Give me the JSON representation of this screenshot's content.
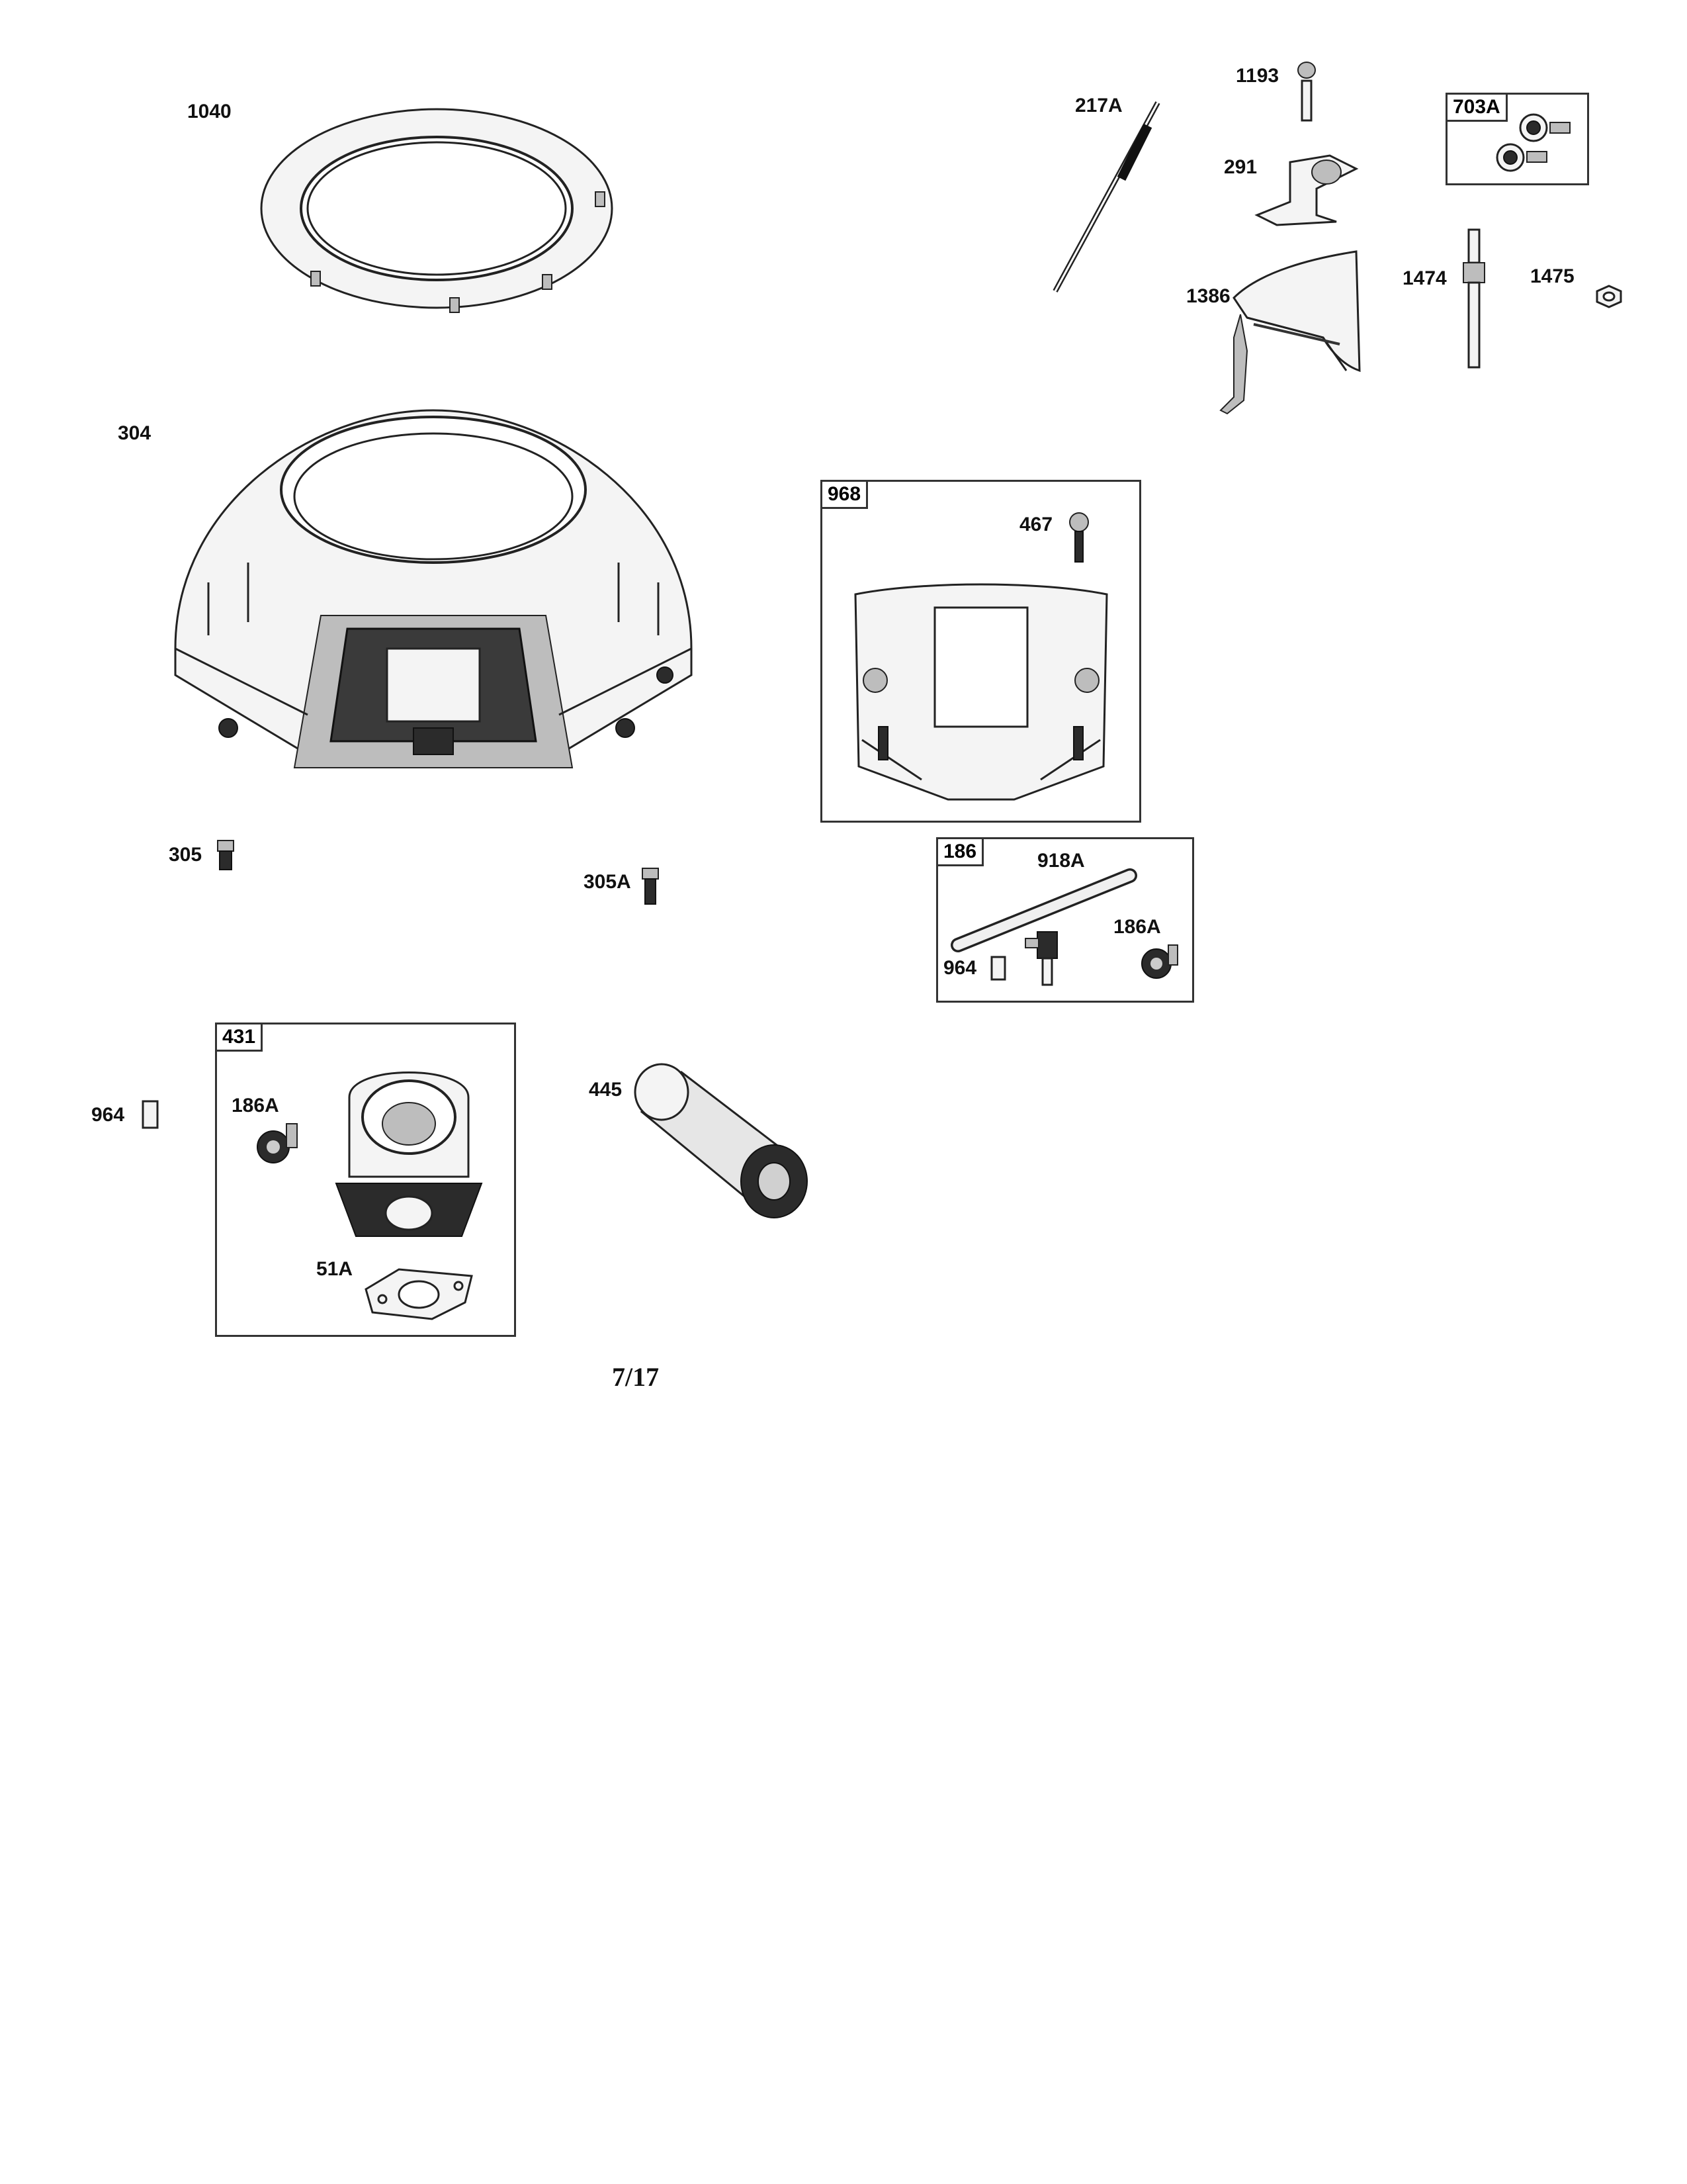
{
  "labels": {
    "p1040": "1040",
    "p217A": "217A",
    "p1193": "1193",
    "p291": "291",
    "p1386": "1386",
    "p1474": "1474",
    "p1475": "1475",
    "p304": "304",
    "p467": "467",
    "p305": "305",
    "p305A": "305A",
    "p918A": "918A",
    "p186A_a": "186A",
    "p964_a": "964",
    "p964_b": "964",
    "p186A_b": "186A",
    "p445": "445",
    "p51A": "51A"
  },
  "boxes": {
    "b703A": "703A",
    "b968": "968",
    "b186": "186",
    "b431": "431"
  },
  "page_number": "7/17"
}
